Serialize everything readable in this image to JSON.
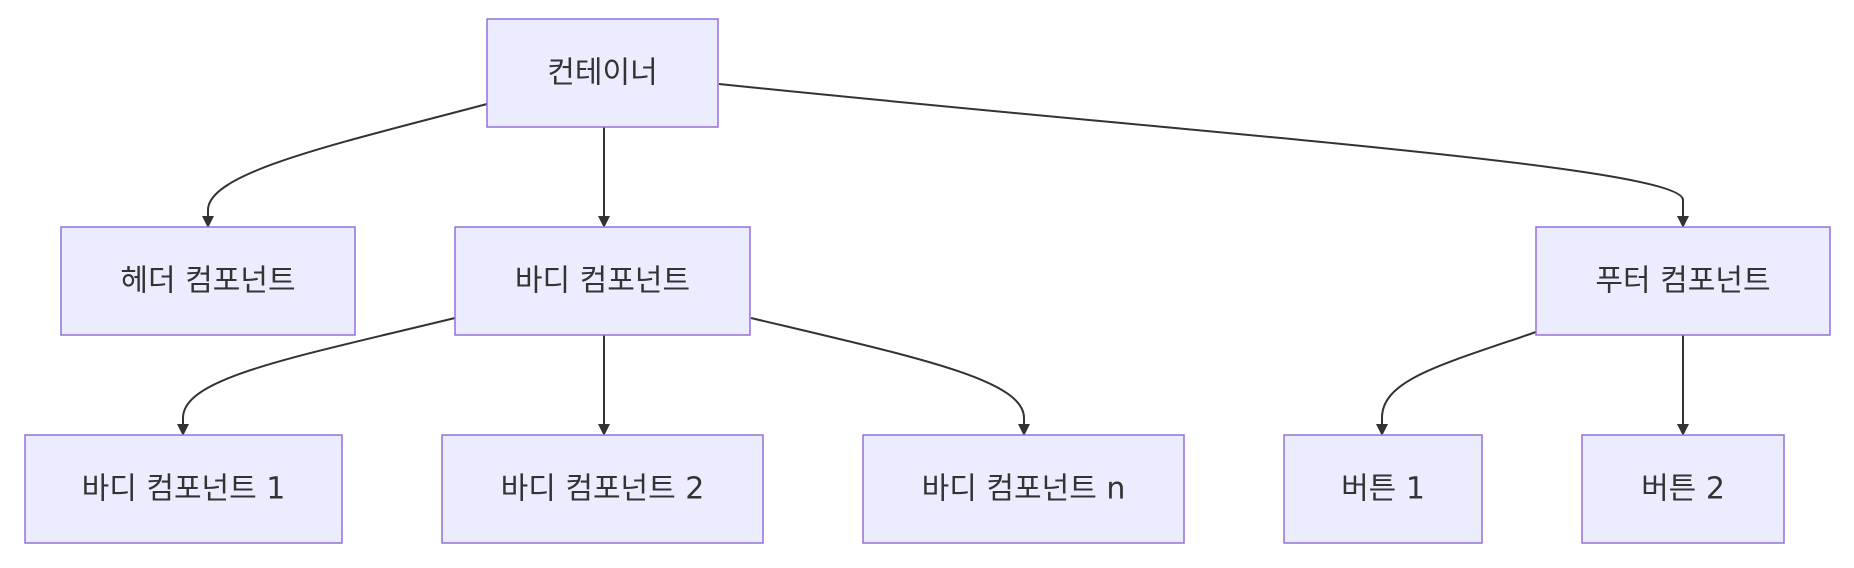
{
  "diagram": {
    "type": "flowchart",
    "direction": "top-down",
    "colors": {
      "node_fill": "#ECECFF",
      "node_stroke": "#9370DB",
      "edge": "#333333",
      "text": "#333333"
    },
    "nodes": {
      "container": "컨테이너",
      "header": "헤더 컴포넌트",
      "body": "바디 컴포넌트",
      "footer": "푸터 컴포넌트",
      "body1": "바디 컴포넌트 1",
      "body2": "바디 컴포넌트 2",
      "bodyn": "바디 컴포넌트 n",
      "button1": "버튼 1",
      "button2": "버튼 2"
    },
    "edges": [
      {
        "from": "container",
        "to": "header"
      },
      {
        "from": "container",
        "to": "body"
      },
      {
        "from": "container",
        "to": "footer"
      },
      {
        "from": "body",
        "to": "body1"
      },
      {
        "from": "body",
        "to": "body2"
      },
      {
        "from": "body",
        "to": "bodyn"
      },
      {
        "from": "footer",
        "to": "button1"
      },
      {
        "from": "footer",
        "to": "button2"
      }
    ]
  }
}
